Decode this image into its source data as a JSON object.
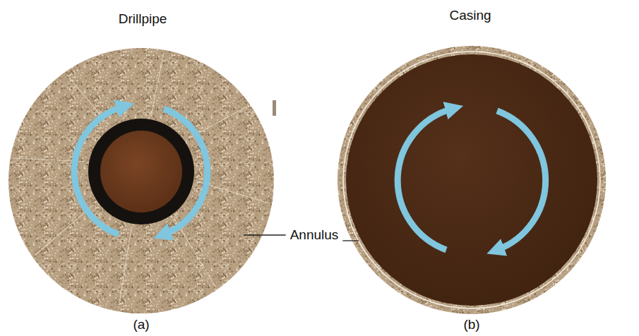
{
  "diagram": {
    "labels": [
      "Drillpipe",
      "Casing",
      "Annulus",
      "(a)",
      "(b)"
    ]
  }
}
